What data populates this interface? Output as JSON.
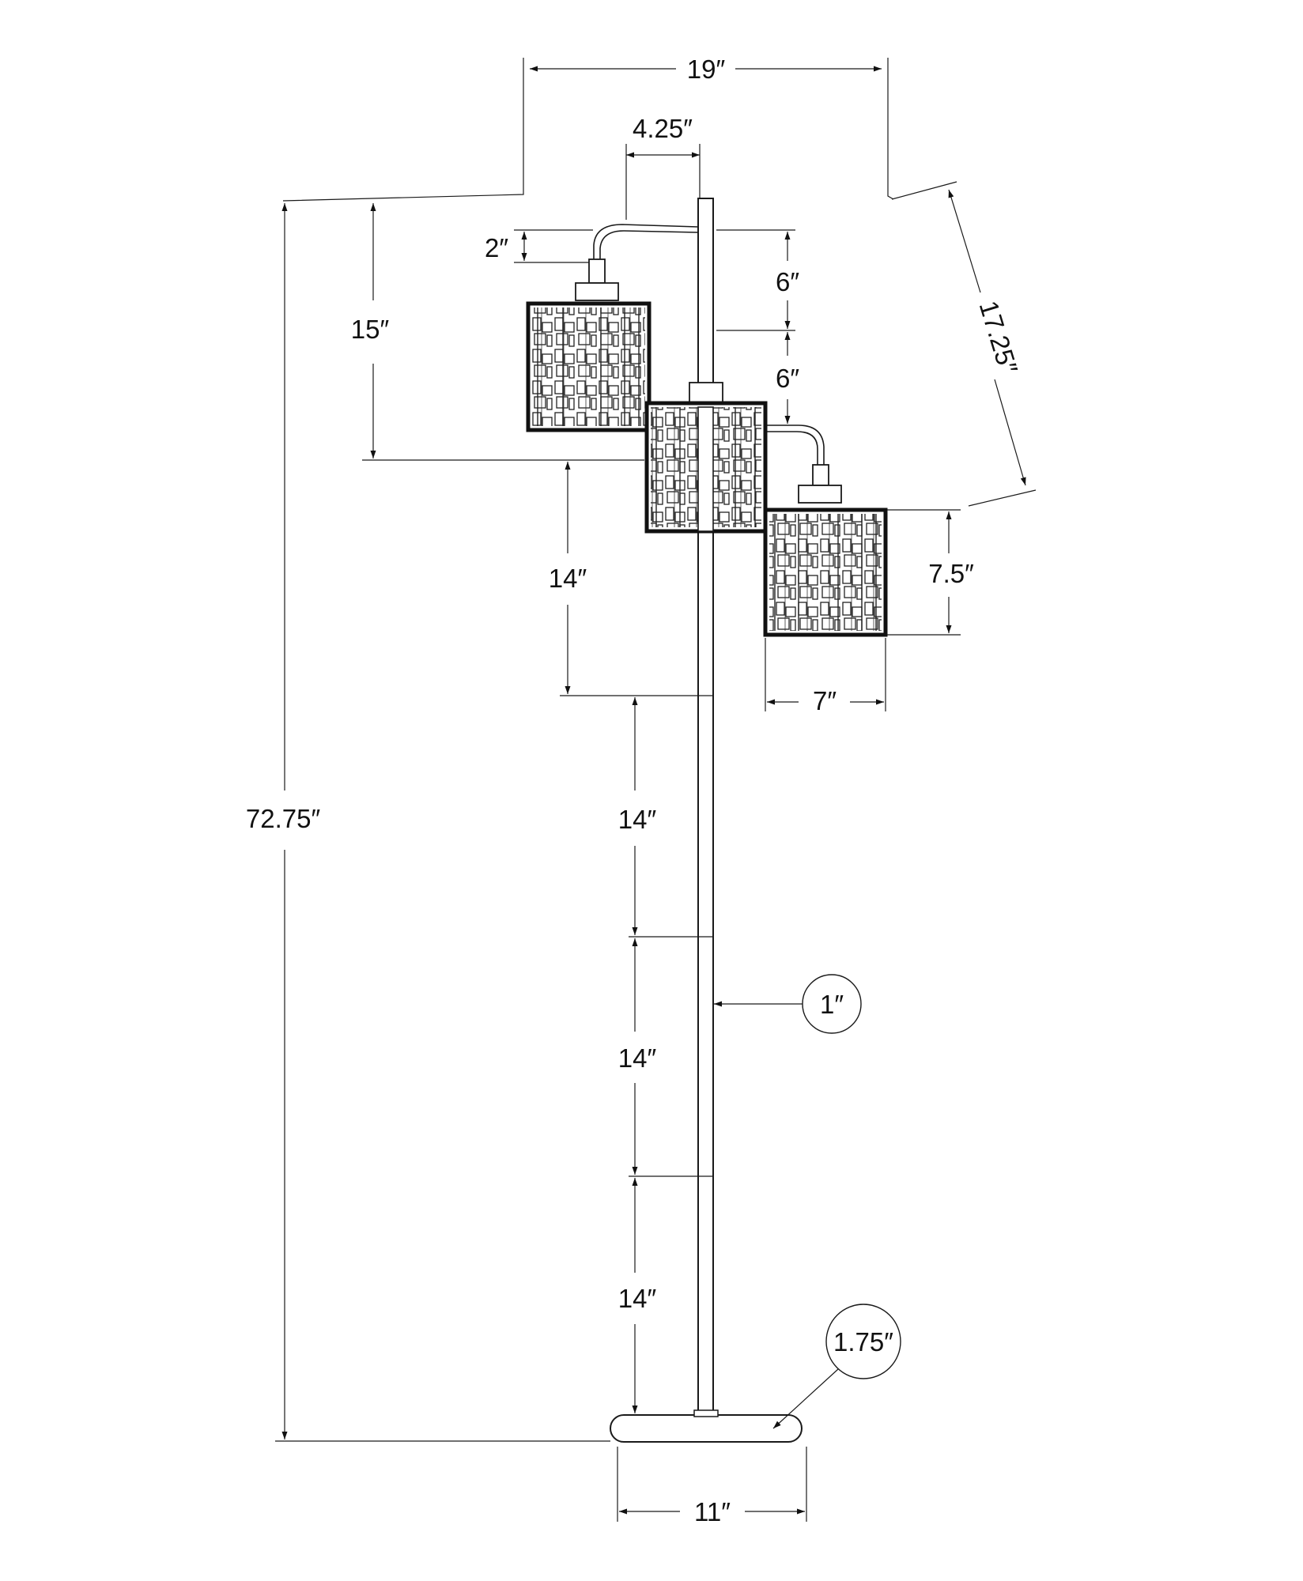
{
  "dimensions": {
    "overall_width": "19″",
    "arm_offset": "4.25″",
    "diagonal_reach": "17.25″",
    "cord_drop": "2″",
    "arm_spacing_1": "6″",
    "arm_spacing_2": "6″",
    "top_shade_height": "15″",
    "shade_height": "7.5″",
    "shade_width": "7″",
    "upper_section": "14″",
    "pole_section_1": "14″",
    "pole_section_2": "14″",
    "pole_section_3": "14″",
    "overall_height": "72.75″",
    "pole_diameter": "1″",
    "base_height": "1.75″",
    "base_width": "11″"
  }
}
